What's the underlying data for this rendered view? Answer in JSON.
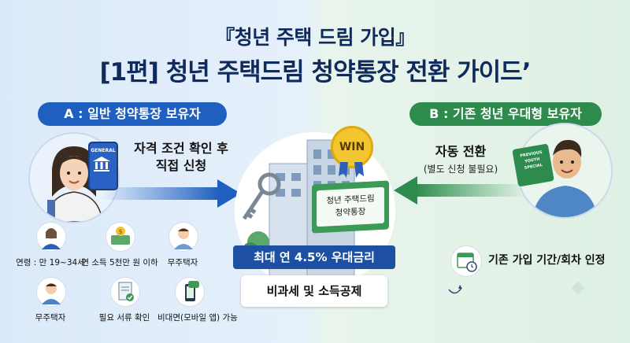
{
  "title": {
    "line1": "『청년 주택 드림 가입』",
    "line2": "[1편] 청년 주택드림 청약통장 전환 가이드’"
  },
  "left": {
    "badge": "A : 일반 청약통장 보유자",
    "action_line1": "자격 조건 확인 후",
    "action_line2": "직접 신청",
    "card_label": "GENERAL",
    "icons": [
      {
        "icon": "person-icon",
        "label": "연령 : 만 19~34세"
      },
      {
        "icon": "money-icon",
        "label": "연 소득 5천만 원 이하"
      },
      {
        "icon": "person-icon",
        "label": "무주택자"
      },
      {
        "icon": "person-icon",
        "label": "무주택자"
      },
      {
        "icon": "document-check-icon",
        "label": "필요 서류 확인"
      },
      {
        "icon": "phone-chat-icon",
        "label": "비대면(모바일 앱) 가능"
      }
    ]
  },
  "center": {
    "badge": "WIN",
    "sign_line1": "청년 주택드림",
    "sign_line2": "청약통장",
    "banner": "최대 연 4.5% 우대금리",
    "benefit": "비과세 및 소득공제"
  },
  "right": {
    "badge": "B : 기존 청년 우대형 보유자",
    "action_line1": "자동 전환",
    "action_line2": "(별도 신청 불필요)",
    "card_label1": "PREVIOUS",
    "card_label2": "YOUTH",
    "card_label3": "SPECIAL",
    "recognition": "기존 가입 기간/회차 인정"
  },
  "colors": {
    "primary_blue": "#1f5fbf",
    "primary_green": "#2e8b4e",
    "navy": "#0f2a5c"
  }
}
